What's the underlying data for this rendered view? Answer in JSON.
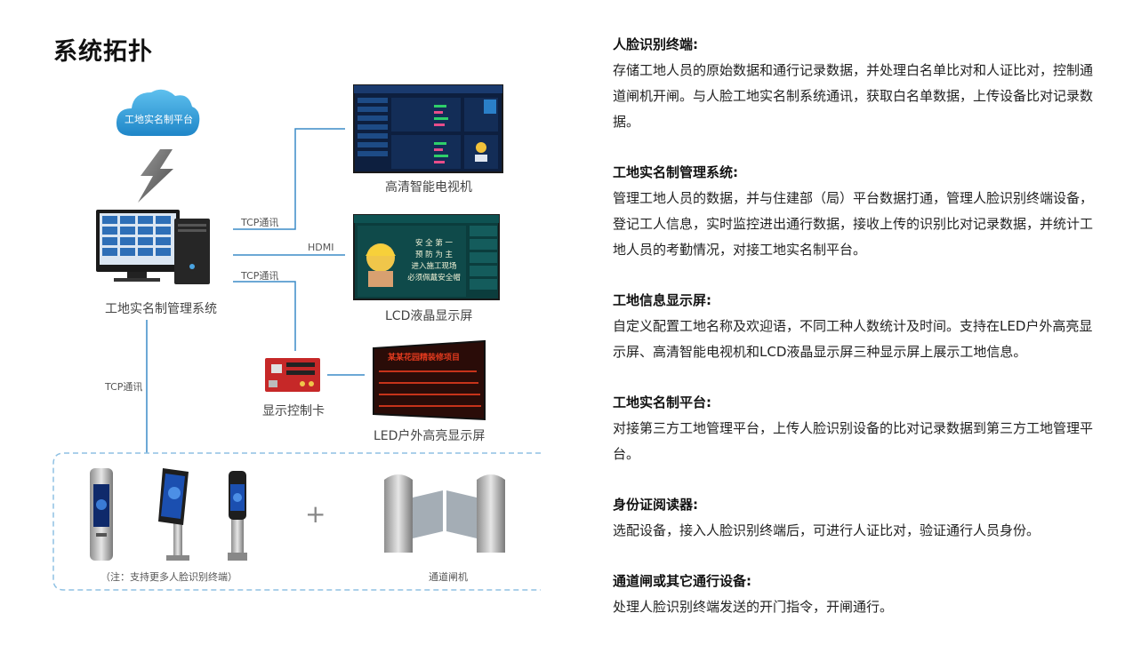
{
  "title": "系统拓扑",
  "diagram": {
    "cloud_label": "工地实名制平台",
    "server_label": "工地实名制管理系统",
    "tv_label": "高清智能电视机",
    "lcd_label": "LCD液晶显示屏",
    "card_label": "显示控制卡",
    "led_label": "LED户外高亮显示屏",
    "tcp1": "TCP通讯",
    "hdmi": "HDMI",
    "tcp2": "TCP通讯",
    "tcp3": "TCP通讯",
    "terminals_note": "（注：支持更多人脸识别终端）",
    "gate_label": "通道闸机",
    "plus": "+",
    "lcd_screen_lines": [
      "安 全 第 一",
      "预 防 为 主",
      "进入施工现场",
      "必须佩戴安全帽"
    ],
    "led_screen_title": "某某花园精装修项目"
  },
  "sections": [
    {
      "title": "人脸识别终端:",
      "body": "存储工地人员的原始数据和通行记录数据，并处理白名单比对和人证比对，控制通道闸机开闸。与人脸工地实名制系统通讯，获取白名单数据，上传设备比对记录数据。"
    },
    {
      "title": "工地实名制管理系统:",
      "body": "管理工地人员的数据，并与住建部（局）平台数据打通，管理人脸识别终端设备，登记工人信息，实时监控进出通行数据，接收上传的识别比对记录数据，并统计工地人员的考勤情况，对接工地实名制平台。"
    },
    {
      "title": "工地信息显示屏:",
      "body": "自定义配置工地名称及欢迎语，不同工种人数统计及时间。支持在LED户外高亮显示屏、高清智能电视机和LCD液晶显示屏三种显示屏上展示工地信息。"
    },
    {
      "title": "工地实名制平台:",
      "body": "对接第三方工地管理平台，上传人脸识别设备的比对记录数据到第三方工地管理平台。"
    },
    {
      "title": "身份证阅读器:",
      "body": "选配设备，接入人脸识别终端后，可进行人证比对，验证通行人员身份。"
    },
    {
      "title": "通道闸或其它通行设备:",
      "body": "处理人脸识别终端发送的开门指令，开闸通行。"
    }
  ],
  "colors": {
    "line": "#3b8bc7",
    "dashed": "#8fc1e3",
    "cloud": "#3aa0d8",
    "led_bg": "#2a0c08",
    "led_text": "#e23a1e"
  }
}
